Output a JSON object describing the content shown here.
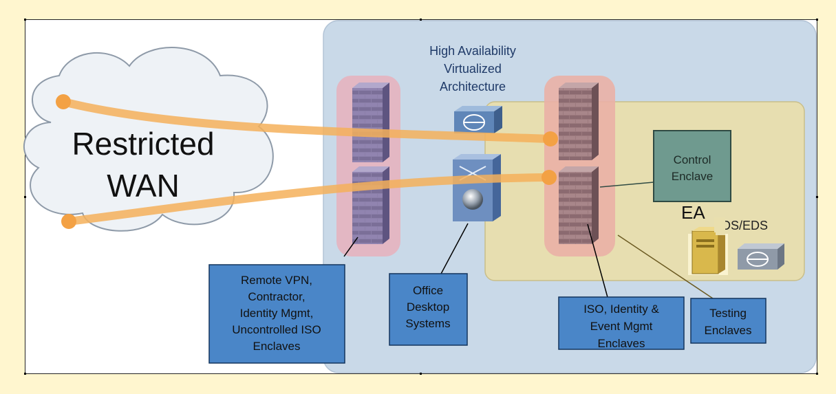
{
  "cloud": {
    "line1": "Restricted",
    "line2": "WAN"
  },
  "ha_label": {
    "line1": "High Availability",
    "line2": "Virtualized",
    "line3": "Architecture"
  },
  "control_enclave": {
    "line1": "Control",
    "line2": "Enclave"
  },
  "ea_label": "EA",
  "ids_eds_label": "IDS/EDS",
  "callouts": {
    "remote": [
      "Remote VPN,",
      "Contractor,",
      "Identity Mgmt,",
      "Uncontrolled ISO",
      "Enclaves"
    ],
    "office": [
      "Office",
      "Desktop",
      "Systems"
    ],
    "iso": [
      "ISO, Identity &",
      "Event Mgmt",
      "Enclaves"
    ],
    "testing": [
      "Testing",
      "Enclaves"
    ]
  },
  "colors": {
    "page_bg": "#fff6cf",
    "architecture_panel": "#c9d9e8",
    "enclave_panel": "#e9dfae",
    "firewall_group": "#e6b3bf",
    "firewall_brick": "#8a7aa8",
    "callout_box": "#4a86c8",
    "wan_link": "#f5b05a"
  }
}
